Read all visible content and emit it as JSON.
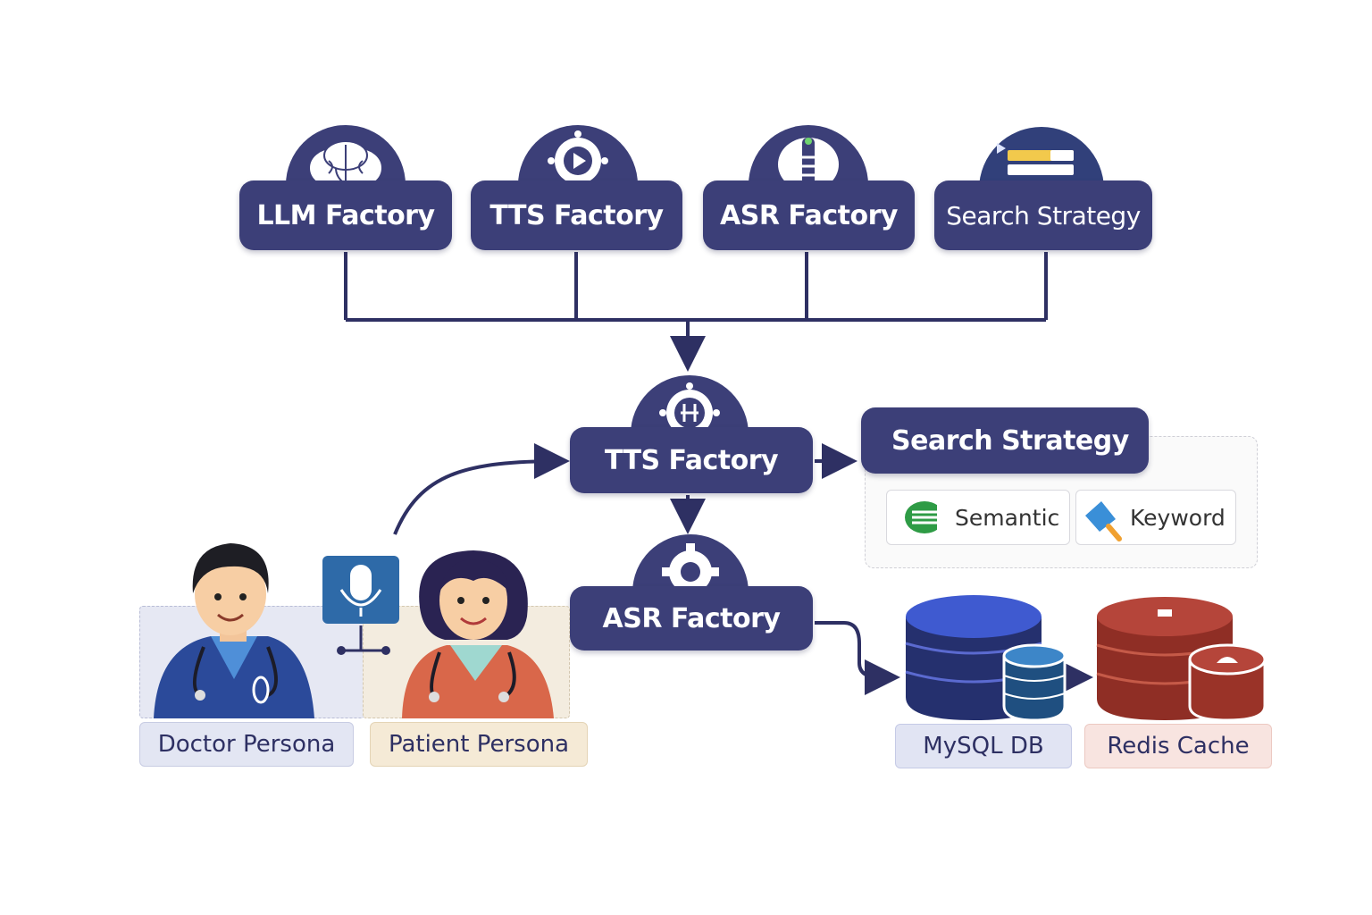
{
  "top_row": {
    "llm_factory": "LLM Factory",
    "tts_factory": "TTS Factory",
    "asr_factory": "ASR Factory",
    "search_strategy": "Search Strategy"
  },
  "center": {
    "tts_factory": "TTS Factory",
    "asr_factory": "ASR Factory"
  },
  "search_panel": {
    "title": "Search Strategy",
    "options": [
      {
        "label": "Semantic",
        "icon": "semantic-icon"
      },
      {
        "label": "Keyword",
        "icon": "keyword-icon"
      }
    ]
  },
  "personas": {
    "doctor": "Doctor Persona",
    "patient": "Patient Persona"
  },
  "storage": {
    "mysql": "MySQL DB",
    "redis": "Redis Cache"
  },
  "colors": {
    "node": "#3c3f78",
    "doctor_tag": "#e3e6f3",
    "patient_tag": "#f5ead6",
    "mysql_tag": "#e1e4f3",
    "redis_tag": "#f8e4e0",
    "mysql": "#2f3b8a",
    "redis": "#a63b2e"
  }
}
